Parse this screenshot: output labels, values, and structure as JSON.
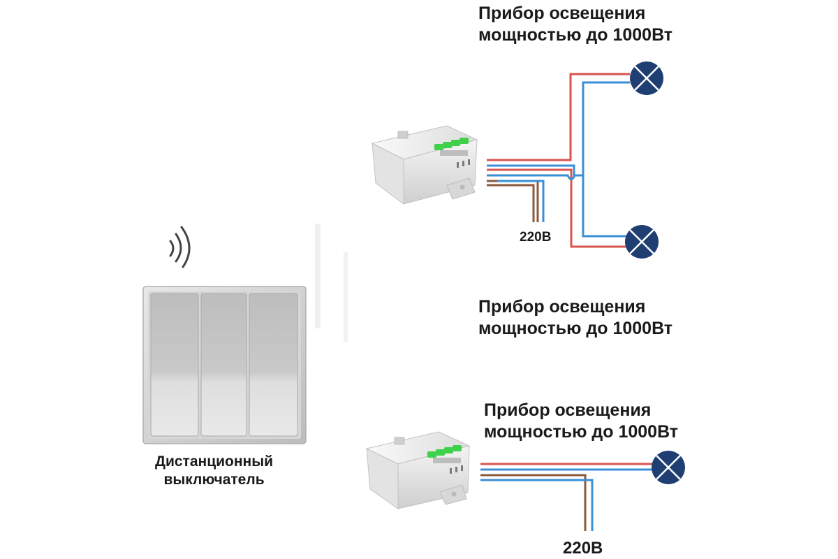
{
  "labels": {
    "lamp_top": {
      "line1": "Прибор освещения",
      "line2": "мощностью до 1000Вт"
    },
    "lamp_middle": {
      "line1": "Прибор освещения",
      "line2": "мощностью до 1000Вт"
    },
    "lamp_bottom": {
      "line1": "Прибор освещения",
      "line2": "мощностью до 1000Вт"
    },
    "switch": {
      "line1": "Дистанционный",
      "line2": "выключатель"
    },
    "voltage_top": "220В",
    "voltage_bottom": "220В"
  },
  "colors": {
    "wire_phase": "#d9534f",
    "wire_neutral": "#3a8fd6",
    "wire_brown": "#8b5a3c",
    "lamp_fill": "#1f3f73",
    "lamp_cross": "#ffffff",
    "terminal_green": "#3fd14a"
  }
}
